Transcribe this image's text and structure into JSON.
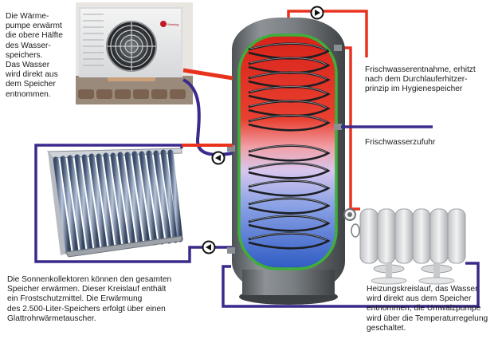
{
  "captions": {
    "heatpump": "Die Wärme-\npumpe erwärmt\ndie obere Hälfte\ndes Wasser-\nspeichers.\nDas Wasser\nwird direkt aus\ndem Speicher\nentnommen.",
    "fresh_water_out": "Frischwasserentnahme, erhitzt\nnach dem Durchlauferhitzer-\nprinzip im Hygienespeicher",
    "fresh_water_in": "Frischwasserzufuhr",
    "solar": "Die Sonnenkollektoren können den gesamten\nSpeicher erwärmen. Dieser Kreislauf enthält\nein Frostschutzmittel. Die Erwärmung\ndes 2.500-Liter-Speichers erfolgt über einen\nGlattrohrwärmetauscher.",
    "heating": "Heizungskreislauf, das Wasser\nwird direkt aus dem Speicher\nentnommen, die Umwälzpumpe\nwird über die Temperaturregelung\ngeschaltet."
  },
  "heat_pump_brand": "Westing",
  "colors": {
    "hot_pipe": "#e8321e",
    "cold_pipe": "#3b2a8c",
    "fresh_pipe": "#3b2a8c",
    "tank_shell": "#6f7478",
    "inner_border": "#3fae3a",
    "hot_water": "#d9241c",
    "cold_water": "#2f5ec8"
  },
  "icons": [
    "pump-icon",
    "pump-icon",
    "pump-icon",
    "pump-icon",
    "valve-icon"
  ]
}
